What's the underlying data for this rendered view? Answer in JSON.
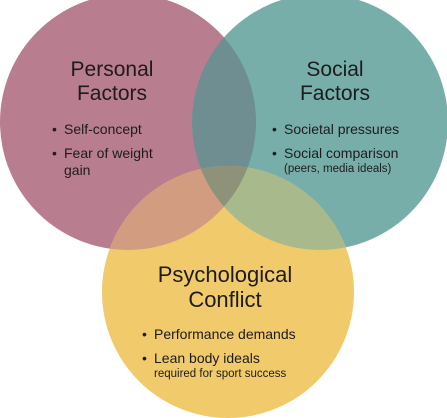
{
  "colors": {
    "personal": "#b87d8e",
    "social": "#78aeaa",
    "psychological": "#f1ca6c",
    "personal_social_overlap": "#6f8e91",
    "personal_psych_overlap": "#d29c80",
    "social_psych_overlap": "#a8ba8c",
    "center_overlap": "#8e9278"
  },
  "sets": [
    {
      "id": "personal",
      "title_lines": [
        "Personal",
        "Factors"
      ],
      "items": [
        {
          "text": "Self-concept",
          "note": ""
        },
        {
          "text": "Fear of weight gain",
          "note": ""
        }
      ]
    },
    {
      "id": "social",
      "title_lines": [
        "Social",
        "Factors"
      ],
      "items": [
        {
          "text": "Societal pressures",
          "note": ""
        },
        {
          "text": "Social comparison",
          "note": "(peers, media ideals)"
        }
      ]
    },
    {
      "id": "psychological",
      "title_lines": [
        "Psychological",
        "Conflict"
      ],
      "items": [
        {
          "text": "Performance demands",
          "note": ""
        },
        {
          "text": "Lean body ideals",
          "note": "required for sport success"
        }
      ]
    }
  ]
}
